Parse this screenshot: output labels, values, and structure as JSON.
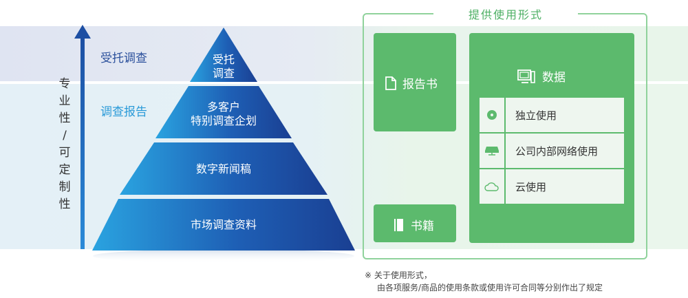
{
  "axis": {
    "label_chars": [
      "专",
      "业",
      "性",
      "/",
      "可",
      "定",
      "制",
      "性"
    ]
  },
  "left_labels": {
    "commissioned": "受托调查",
    "report": "调查报告"
  },
  "pyramid": {
    "tier1": [
      "受托",
      "调查"
    ],
    "tier2": [
      "多客户",
      "特别调查企划"
    ],
    "tier3": "数字新闻稿",
    "tier4": "市场调查资料"
  },
  "provision": {
    "title": "提供使用形式",
    "report": "报告书",
    "books": "书籍",
    "data": "数据",
    "data_items": [
      "独立使用",
      "公司内部网络使用",
      "云使用"
    ]
  },
  "note": {
    "line1": "※ 关于使用形式，",
    "line2": "由各项服务/商品的使用条款或使用许可合同等分别作出了规定"
  },
  "colors": {
    "blue_dark": "#1d4fa3",
    "blue_light": "#2aa3e0",
    "green": "#5cba6d",
    "green_border": "#8fd29b"
  }
}
